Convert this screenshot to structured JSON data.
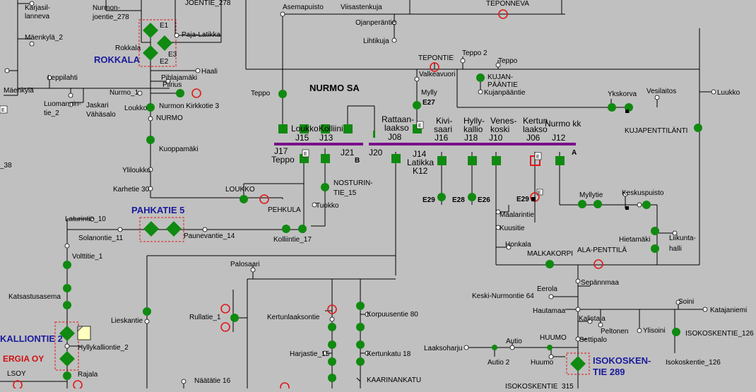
{
  "stations": {
    "nurmo": "NURMO SA",
    "rokkala": "ROKKALA",
    "pahkatie": "PAHKATIE 5",
    "hyllykalliontie": "KALLIONTIE 2",
    "energia": "ERGIA OY",
    "isokoskentie": "ISOKOSKEN-",
    "isokoskentie2": "TIE 289"
  },
  "bus_labels": {
    "loukko": [
      "Loukko",
      "J15"
    ],
    "kolliini": [
      "Kolliini",
      "J13"
    ],
    "rattaanlaakso": [
      "Rattaan-",
      "laakso",
      "J08"
    ],
    "kivisaari": [
      "Kivi-",
      "saari",
      "J16"
    ],
    "hyllykallio": [
      "Hylly-",
      "kallio",
      "J18"
    ],
    "veneskoski": [
      "Venes-",
      "koski",
      "J10"
    ],
    "kertunlaakso": [
      "Kertun",
      "laakso",
      "J06"
    ],
    "nurmokk": [
      "Nurmo kk",
      "J12"
    ],
    "j17": [
      "J17",
      "Teppo"
    ],
    "j21": "J21",
    "j20": "J20",
    "j14": [
      "J14",
      "Latikka",
      "K12"
    ],
    "b": "B",
    "a": "A"
  },
  "feeder_codes": [
    "E27",
    "E29",
    "E28",
    "E26",
    "E29",
    "E1",
    "E2",
    "E3"
  ],
  "labels": [
    "Karjasil-",
    "lanneva",
    "Mäenkylä_2",
    "Nurmon-",
    "joentie_278",
    "Paja-Latikka",
    "Rokkala",
    "Pihlajamäki",
    "Haali",
    "Piirius",
    "Leppilahti",
    "Mäenkylä",
    "Nurmo_1",
    "Nurmon Kirkkotie 3",
    "Luomannin-",
    "tie_2",
    "Jaskari",
    "Vähäsalo",
    "Loukko",
    "NURMO",
    "Kuoppamäki",
    "Yliloukko",
    "Karhetie 30",
    "LOUKKO",
    "PEHKULA",
    "Tuokko",
    "NOSTURIN-",
    "TIE_15",
    "Laturintie_10",
    "Solanontie_11",
    "Paunevantie_14",
    "Kolliintie_17",
    "Volttitie_1",
    "Katsastusasema",
    "Hyllykalliontie_2",
    "Lieskantie",
    "LSOY",
    "Rajala",
    "Näätätie 16",
    "Palosaari",
    "Rullatie_1",
    "Kertunlaaksontie",
    "Korpuusentie 80",
    "Harjastie_15",
    "Kertunkatu 18",
    "KAARINANKATU",
    "Asemapuisto",
    "Viisastenkuja",
    "Ojanperäntie",
    "Lihtikuja",
    "TEPONNEVA",
    "TEPONTIE",
    "Teppo 2",
    "Teppo",
    "Valkeavuori",
    "KUJAN-",
    "PÄÄNTIE",
    "Kujanpääntie",
    "Mylly",
    "Teppo",
    "Ykskorva",
    "Vesilaitos",
    "Luukko",
    "KUJAPENTTILÄNTI",
    "Myllytie",
    "Keskuspuisto",
    "Hietamäki",
    "Liikunta-",
    "halli",
    "Maalarintie",
    "Kuusitie",
    "Honkala",
    "MALKAKORPI",
    "ALA-PENTTILÄ",
    "Sepännmaa",
    "Eerola",
    "Keski-Nurmontie 64",
    "Hautamaa",
    "Kalistaja",
    "Peltonen",
    "Ylisoini",
    "Soini",
    "Katajaniemi",
    "ISOKOSKENTIE_126",
    "Isokoskentie_126",
    "Settipalo",
    "HUUMO",
    "Huumo",
    "Autio",
    "Autio 2",
    "Laaksoharju",
    "ISOKOSKENTIE_315",
    "JOENTIE_278",
    "_38"
  ],
  "colors": {
    "background": "#c0c0c0",
    "closed_switch": "#108a10",
    "open_switch": "#e01818",
    "busbar": "#7a0f8a",
    "station_label": "#1a1a9c"
  }
}
